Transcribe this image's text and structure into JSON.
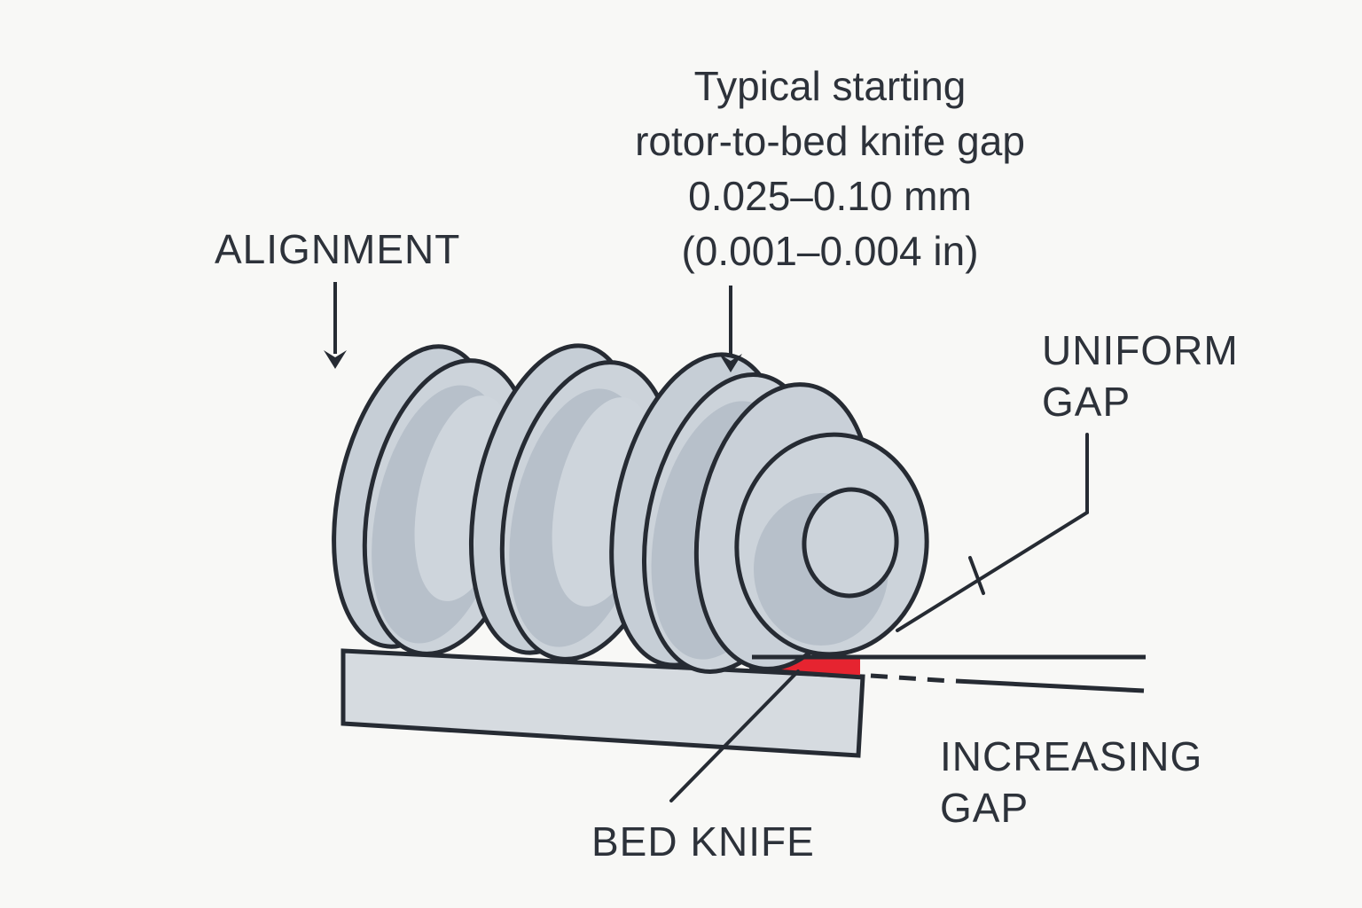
{
  "annotations": {
    "gap_note_lines": [
      "Typical starting",
      "rotor-to-bed knife gap",
      "0.025–0.10 mm",
      "(0.001–0.004 in)"
    ],
    "alignment_label": "ALIGNMENT",
    "uniform_gap_lines": [
      "UNIFORM",
      "GAP"
    ],
    "increasing_gap_lines": [
      "INCREASING",
      "GAP"
    ],
    "bed_knife_label": "BED KNIFE"
  },
  "measurements": {
    "gap_metric": "0.025–0.10 mm",
    "gap_imperial": "0.001–0.004 in"
  },
  "colors": {
    "background": "#f8f8f6",
    "outline": "#262b33",
    "text": "#2d323a",
    "rotor_fill": "#ccd3da",
    "rotor_back_fill": "#c6ced6",
    "rotor_shadow": "#b7c0ca",
    "rotor_core": "#ced5dc",
    "bed_knife_fill": "#d6dbe0",
    "gap_highlight": "#e62430"
  }
}
